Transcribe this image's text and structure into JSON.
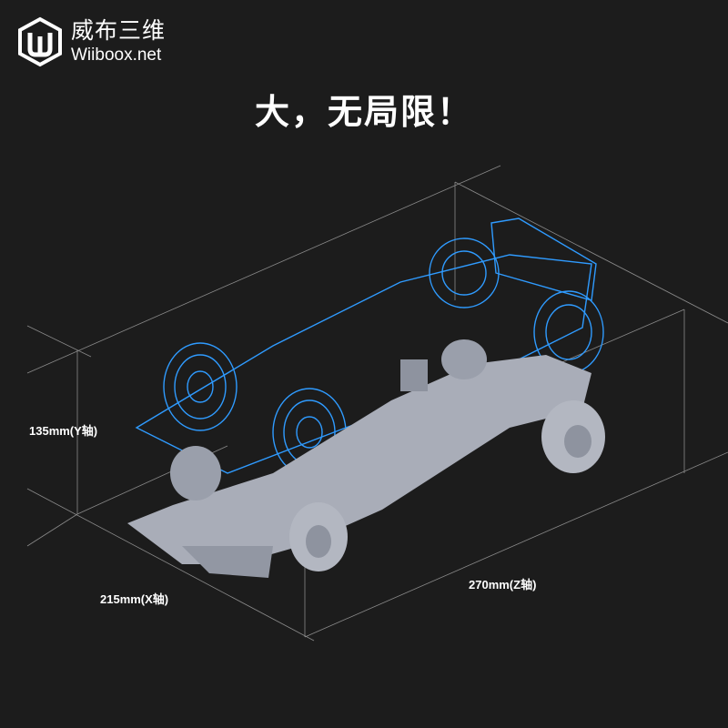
{
  "brand": {
    "name_cn": "威布三维",
    "name_en": "Wiiboox.net"
  },
  "headline": "大，无局限！",
  "dimensions": {
    "y_label": "135mm(Y轴)",
    "x_label": "215mm(X轴)",
    "z_label": "270mm(Z轴)"
  },
  "colors": {
    "background": "#1c1c1c",
    "wireframe": "#2f9bff",
    "model": "#a9adb8"
  }
}
